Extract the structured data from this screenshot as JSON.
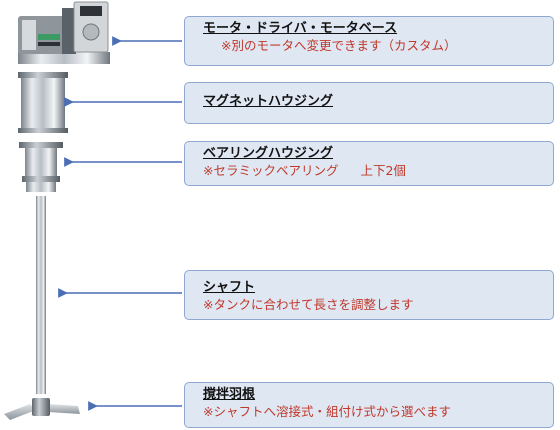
{
  "callouts": {
    "motor": {
      "title": "モータ・ドライバ・モータベース",
      "note": "※別のモータへ変更できます（カスタム）"
    },
    "magnet": {
      "title": "マグネットハウジング"
    },
    "bearing": {
      "title": "ベアリングハウジング",
      "note": "※セラミックベアリング",
      "note_extra": "上下2個"
    },
    "shaft": {
      "title": "シャフト",
      "note": "※タンクに合わせて長さを調整します"
    },
    "impeller": {
      "title": "撹拌羽根",
      "note": "※シャフトへ溶接式・組付け式から選べます"
    }
  },
  "colors": {
    "callout_fill": "#dfe7f3",
    "callout_border": "#90a8cf",
    "note_text": "#c0392b",
    "arrow": "#4a6fb5"
  },
  "icons": {
    "arrow": "left-pointing-arrow",
    "motor": "motor-driver-unit-icon",
    "magnet": "magnet-housing-icon",
    "bearing": "bearing-housing-icon",
    "shaft": "shaft-icon",
    "impeller": "impeller-blade-icon"
  }
}
